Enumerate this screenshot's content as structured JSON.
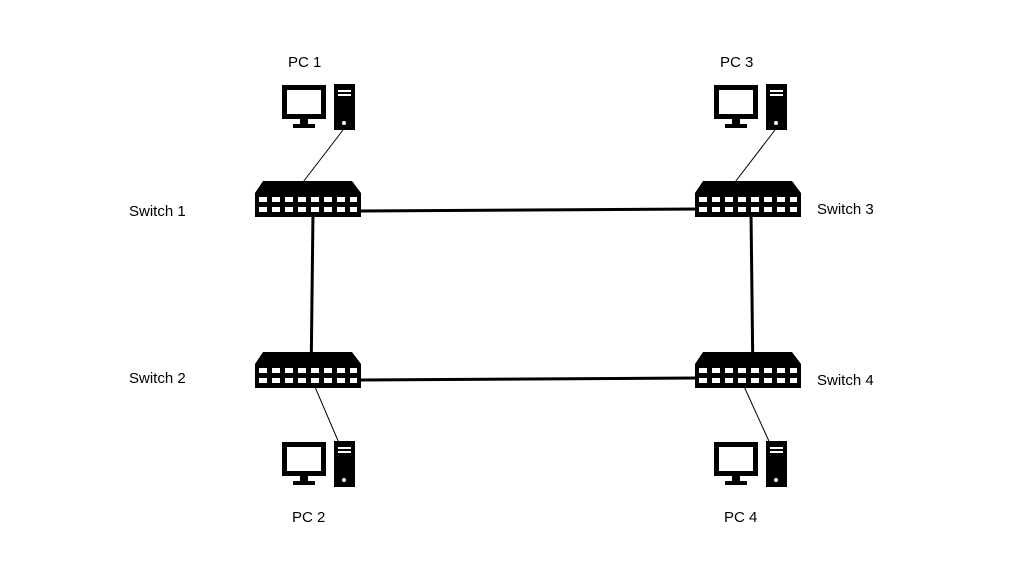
{
  "diagram": {
    "colors": {
      "background": "#ffffff",
      "ink": "#000000"
    },
    "pcs": [
      {
        "id": "pc1",
        "label": "PC 1",
        "icon": "desktop-computer-icon"
      },
      {
        "id": "pc2",
        "label": "PC 2",
        "icon": "desktop-computer-icon"
      },
      {
        "id": "pc3",
        "label": "PC 3",
        "icon": "desktop-computer-icon"
      },
      {
        "id": "pc4",
        "label": "PC 4",
        "icon": "desktop-computer-icon"
      }
    ],
    "switches": [
      {
        "id": "sw1",
        "label": "Switch 1",
        "icon": "network-switch-icon"
      },
      {
        "id": "sw2",
        "label": "Switch 2",
        "icon": "network-switch-icon"
      },
      {
        "id": "sw3",
        "label": "Switch 3",
        "icon": "network-switch-icon"
      },
      {
        "id": "sw4",
        "label": "Switch 4",
        "icon": "network-switch-icon"
      }
    ],
    "links": [
      {
        "from": "sw1",
        "to": "sw3",
        "kind": "trunk"
      },
      {
        "from": "sw1",
        "to": "sw2",
        "kind": "trunk"
      },
      {
        "from": "sw3",
        "to": "sw4",
        "kind": "trunk"
      },
      {
        "from": "sw2",
        "to": "sw4",
        "kind": "trunk"
      },
      {
        "from": "pc1",
        "to": "sw1",
        "kind": "access"
      },
      {
        "from": "pc3",
        "to": "sw3",
        "kind": "access"
      },
      {
        "from": "pc2",
        "to": "sw2",
        "kind": "access"
      },
      {
        "from": "pc4",
        "to": "sw4",
        "kind": "access"
      }
    ]
  }
}
